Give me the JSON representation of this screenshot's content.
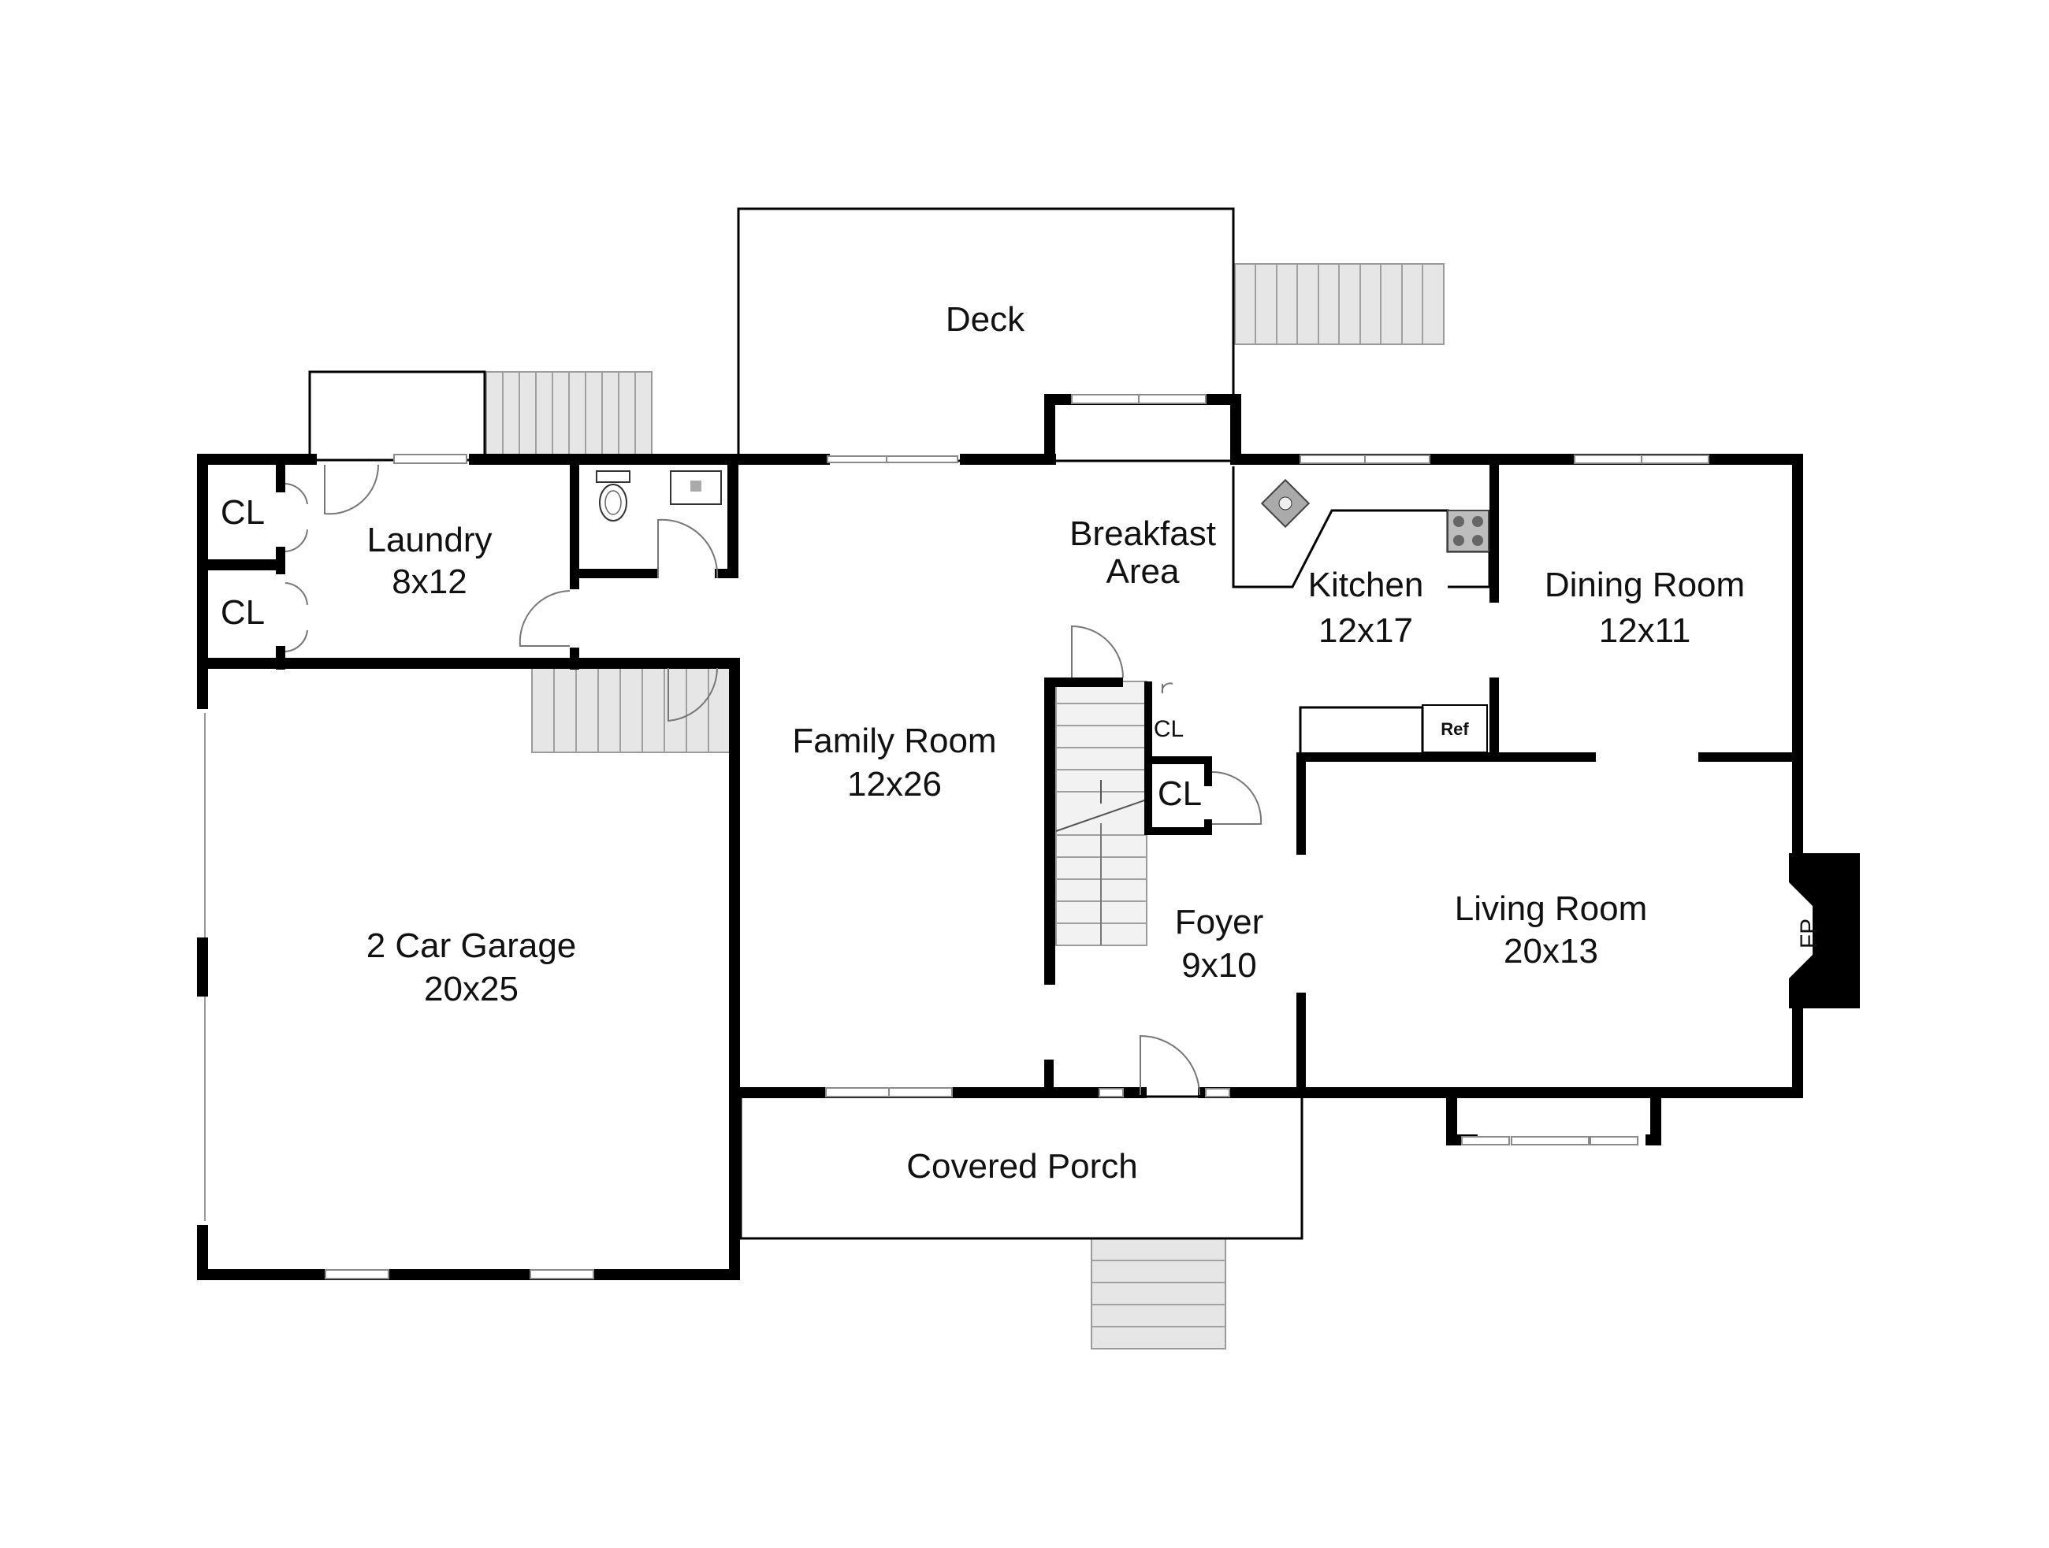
{
  "rooms": {
    "deck": "Deck",
    "breakfast_line1": "Breakfast",
    "breakfast_line2": "Area",
    "laundry": "Laundry",
    "laundry_size": "8x12",
    "kitchen": "Kitchen",
    "kitchen_size": "12x17",
    "dining": "Dining Room",
    "dining_size": "12x11",
    "family": "Family Room",
    "family_size": "12x26",
    "garage": "2 Car Garage",
    "garage_size": "20x25",
    "foyer": "Foyer",
    "foyer_size": "9x10",
    "living": "Living Room",
    "living_size": "20x13",
    "porch": "Covered Porch"
  },
  "labels": {
    "closet": "CL",
    "fireplace": "FP",
    "refrigerator": "Ref"
  },
  "icons": [
    "toilet-icon",
    "sink-icon",
    "kitchen-sink-icon",
    "stove-icon"
  ]
}
